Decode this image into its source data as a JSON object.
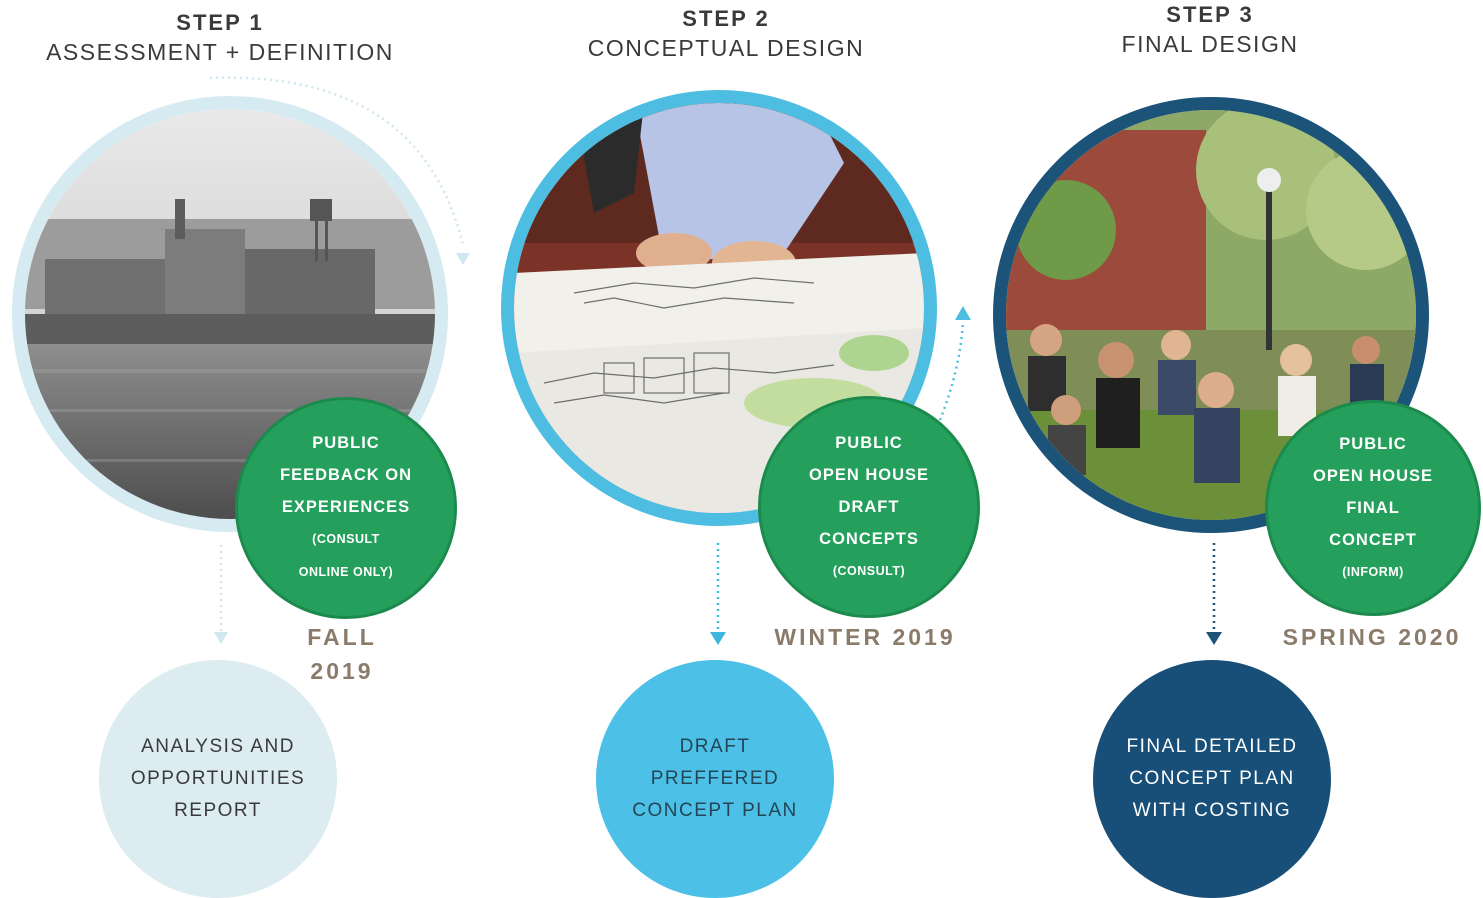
{
  "steps": [
    {
      "step_label": "STEP 1",
      "step_title": "ASSESSMENT + DEFINITION",
      "image_icon": "historic-waterfront-photo",
      "badge_lines": [
        "PUBLIC",
        "FEEDBACK ON",
        "EXPERIENCES"
      ],
      "badge_note_lines": [
        "(CONSULT",
        "ONLINE ONLY)"
      ],
      "season_lines": [
        "FALL",
        "2019"
      ],
      "outcome_lines": [
        "ANALYSIS AND",
        "OPPORTUNITIES",
        "REPORT"
      ]
    },
    {
      "step_label": "STEP 2",
      "step_title": "CONCEPTUAL DESIGN",
      "image_icon": "design-sketch-photo",
      "badge_lines": [
        "PUBLIC",
        "OPEN HOUSE",
        "DRAFT",
        "CONCEPTS"
      ],
      "badge_note_lines": [
        "(CONSULT)"
      ],
      "season_lines": [
        "WINTER 2019"
      ],
      "outcome_lines": [
        "DRAFT",
        "PREFFERED",
        "CONCEPT PLAN"
      ]
    },
    {
      "step_label": "STEP 3",
      "step_title": "FINAL DESIGN",
      "image_icon": "park-crowd-photo",
      "badge_lines": [
        "PUBLIC",
        "OPEN HOUSE",
        "FINAL",
        "CONCEPT"
      ],
      "badge_note_lines": [
        "(INFORM)"
      ],
      "season_lines": [
        "SPRING 2020"
      ],
      "outcome_lines": [
        "FINAL DETAILED",
        "CONCEPT PLAN",
        "WITH COSTING"
      ]
    }
  ],
  "colors": {
    "step1_ring": "#d5ebf1",
    "step2_ring": "#4dbde2",
    "step3_ring": "#1c5479",
    "badge_green": "#25a05c",
    "season_text": "#8a7b6b",
    "outcome1_fill": "#dcecf1",
    "outcome2_fill": "#4cc0e6",
    "outcome3_fill": "#174f78"
  }
}
